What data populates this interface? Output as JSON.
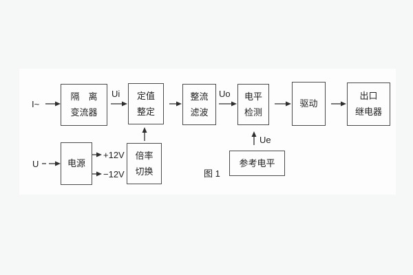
{
  "figure": {
    "caption": "图 1"
  },
  "inputs": {
    "current": "I~",
    "voltage": "U"
  },
  "signals": {
    "ui": "Ui",
    "uo": "Uo",
    "ue": "Ue",
    "plus12": "+12V",
    "minus12": "−12V"
  },
  "blocks": {
    "isolation": {
      "line1": "隔　离",
      "line2": "变流器"
    },
    "setting": {
      "line1": "定值",
      "line2": "整定"
    },
    "rectifier_filter": {
      "line1": "整流",
      "line2": "滤波"
    },
    "level_detect": {
      "line1": "电平",
      "line2": "检测"
    },
    "drive": {
      "line1": "驱动"
    },
    "output_relay": {
      "line1": "出口",
      "line2": "继电器"
    },
    "power": {
      "line1": "电源"
    },
    "ratio_switch": {
      "line1": "倍率",
      "line2": "切换"
    },
    "reference_level": {
      "line1": "参考电平"
    }
  },
  "colors": {
    "line": "#2f2f2f",
    "box_border": "#4a4a4a",
    "paper": "#fdfdfd",
    "page_bg": "#f6f7f7",
    "text": "#1f1f1f"
  }
}
